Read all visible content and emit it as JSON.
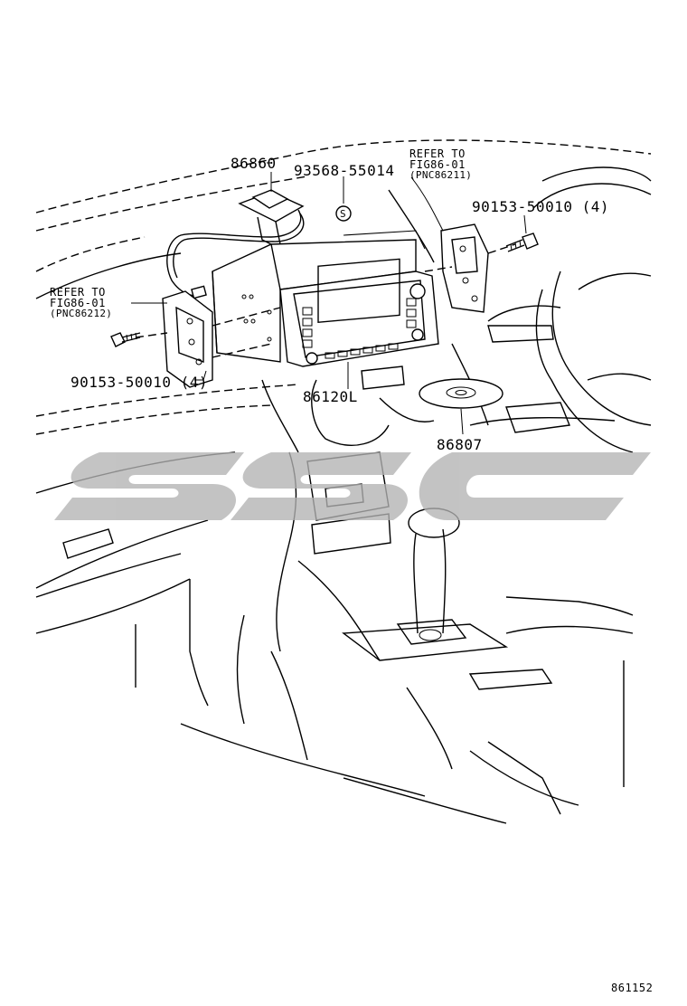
{
  "diagram": {
    "callouts": {
      "p86860": "86860",
      "p93568": "93568-55014",
      "refer_right_1": "REFER TO",
      "refer_right_2": "FIG86-01",
      "refer_right_3": "(PNC86211)",
      "p90153_right": "90153-50010 (4)",
      "refer_left_1": "REFER TO",
      "refer_left_2": "FIG86-01",
      "refer_left_3": "(PNC86212)",
      "p90153_left": "90153-50010 (4)",
      "p86120L": "86120L",
      "p86807": "86807",
      "s_mark": "S"
    },
    "watermark_text": "SSC",
    "figure_number": "861152"
  }
}
